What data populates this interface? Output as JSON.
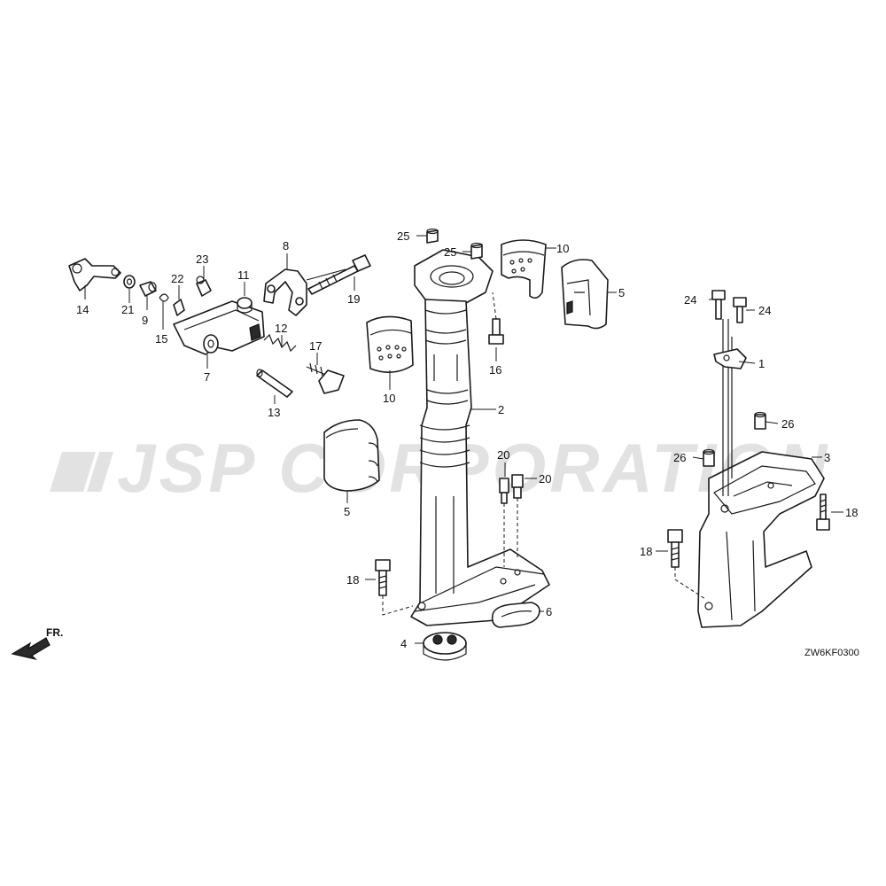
{
  "watermark": "JSP CORPORATION",
  "diagram_code": "ZW6KF0300",
  "direction_label": "FR.",
  "callouts": {
    "c1": "1",
    "c2": "2",
    "c3": "3",
    "c4": "4",
    "c5a": "5",
    "c5b": "5",
    "c6": "6",
    "c7": "7",
    "c8": "8",
    "c9": "9",
    "c10a": "10",
    "c10b": "10",
    "c11": "11",
    "c12": "12",
    "c13": "13",
    "c14": "14",
    "c15": "15",
    "c16": "16",
    "c17": "17",
    "c18a": "18",
    "c18b": "18",
    "c18c": "18",
    "c19": "19",
    "c20a": "20",
    "c20b": "20",
    "c21": "21",
    "c22": "22",
    "c23": "23",
    "c24a": "24",
    "c24b": "24",
    "c25a": "25",
    "c25b": "25",
    "c26a": "26",
    "c26b": "26"
  },
  "colors": {
    "line": "#1a1a1a",
    "background": "#ffffff",
    "watermark": "#d9d9d9"
  }
}
